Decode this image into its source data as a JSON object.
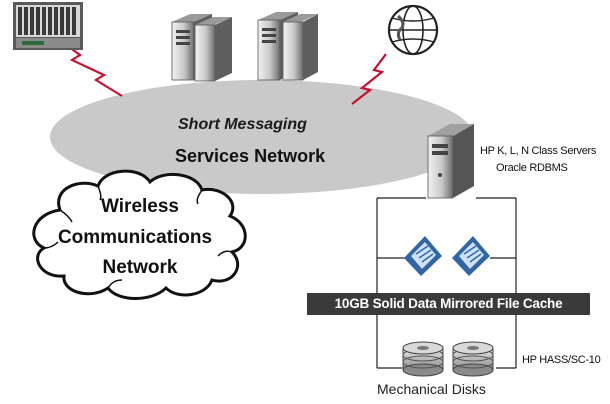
{
  "sms_network": {
    "line1": "Short Messaging",
    "line2": "Services Network"
  },
  "wireless_network": {
    "line1": "Wireless",
    "line2": "Communications",
    "line3": "Network"
  },
  "servers": {
    "line1": "HP K, L, N Class Servers",
    "line2": "Oracle RDBMS"
  },
  "cache_label": "10GB Solid Data Mirrored File Cache",
  "storage_label": "HP HASS/SC-10",
  "disks_label": "Mechanical Disks",
  "icons": [
    "rack-server-icon",
    "tower-server-icon",
    "globe-icon",
    "cache-module-icon",
    "disk-stack-icon",
    "lightning-link-icon"
  ]
}
